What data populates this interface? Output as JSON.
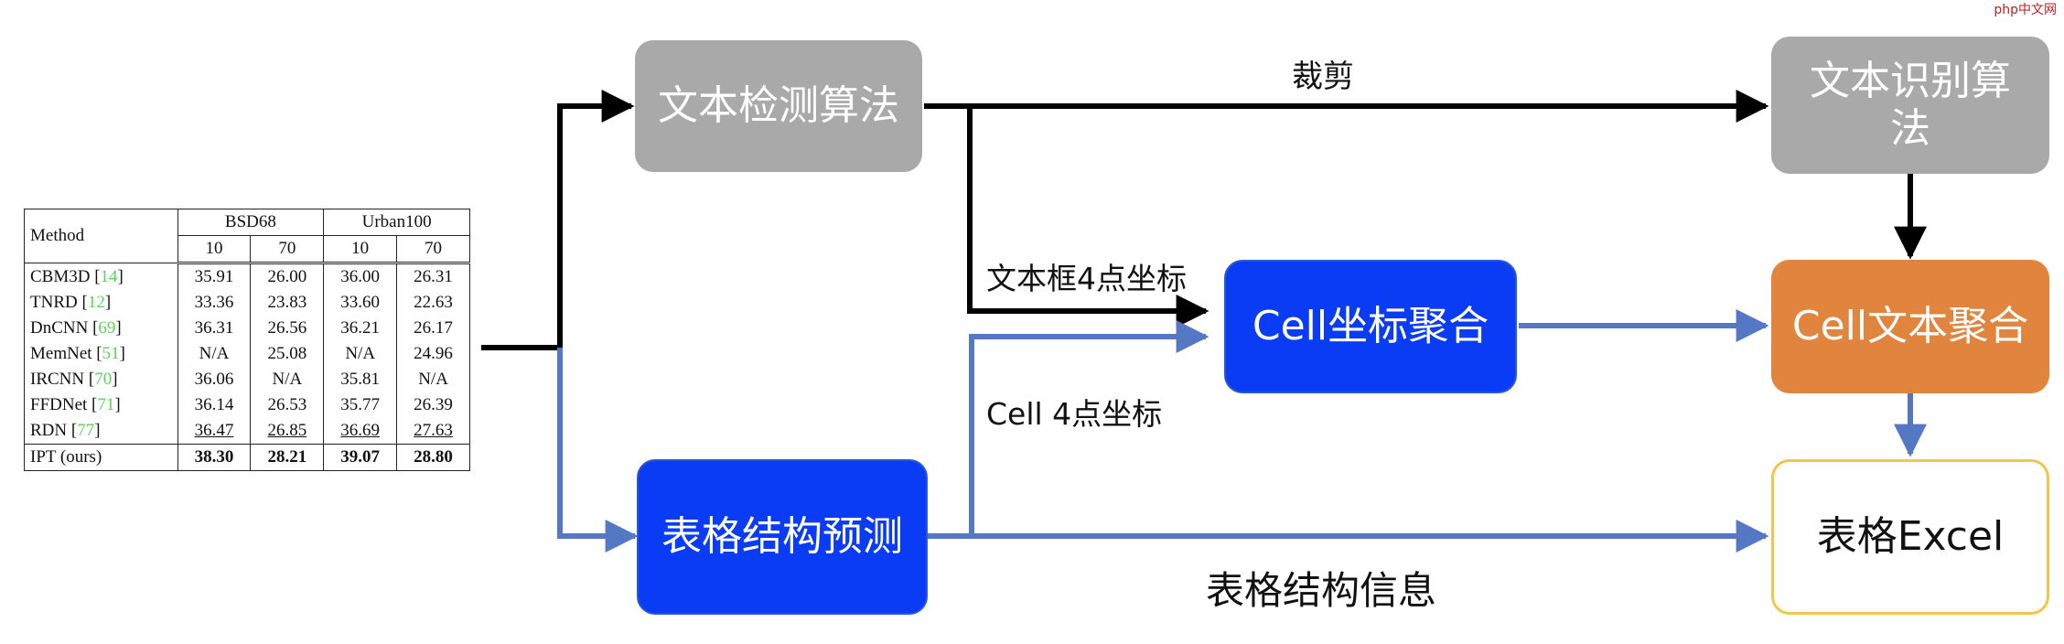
{
  "table": {
    "method_header": "Method",
    "groups": [
      "BSD68",
      "Urban100"
    ],
    "subheaders": [
      "10",
      "70",
      "10",
      "70"
    ],
    "rows": [
      {
        "name": "CBM3D",
        "ref": "14",
        "values": [
          "35.91",
          "26.00",
          "36.00",
          "26.31"
        ]
      },
      {
        "name": "TNRD",
        "ref": "12",
        "values": [
          "33.36",
          "23.83",
          "33.60",
          "22.63"
        ]
      },
      {
        "name": "DnCNN",
        "ref": "69",
        "values": [
          "36.31",
          "26.56",
          "36.21",
          "26.17"
        ]
      },
      {
        "name": "MemNet",
        "ref": "51",
        "values": [
          "N/A",
          "25.08",
          "N/A",
          "24.96"
        ]
      },
      {
        "name": "IRCNN",
        "ref": "70",
        "values": [
          "36.06",
          "N/A",
          "35.81",
          "N/A"
        ]
      },
      {
        "name": "FFDNet",
        "ref": "71",
        "values": [
          "36.14",
          "26.53",
          "35.77",
          "26.39"
        ]
      },
      {
        "name": "RDN",
        "ref": "77",
        "values": [
          "36.47",
          "26.85",
          "36.69",
          "27.63"
        ]
      }
    ],
    "last_row": {
      "name": "IPT (ours)",
      "values": [
        "38.30",
        "28.21",
        "39.07",
        "28.80"
      ]
    }
  },
  "nodes": {
    "text_detection": "文本检测算法",
    "text_recognition": "文本识别算法",
    "cell_coord_aggregation": "Cell坐标聚合",
    "cell_text_aggregation": "Cell文本聚合",
    "table_structure_prediction": "表格结构预测",
    "table_excel": "表格Excel"
  },
  "edge_labels": {
    "crop": "裁剪",
    "box_4pt_coords": "文本框4点坐标",
    "cell_4pt_coords": "Cell 4点坐标",
    "table_structure_info": "表格结构信息"
  },
  "colors": {
    "black_arrow": "#000000",
    "blue_arrow": "#5578c4",
    "gray_box": "#a9a9a9",
    "blue_box": "#0a3cf5",
    "orange_box": "#e0843e",
    "excel_border": "#f3c54a"
  },
  "watermark": "php中文网"
}
